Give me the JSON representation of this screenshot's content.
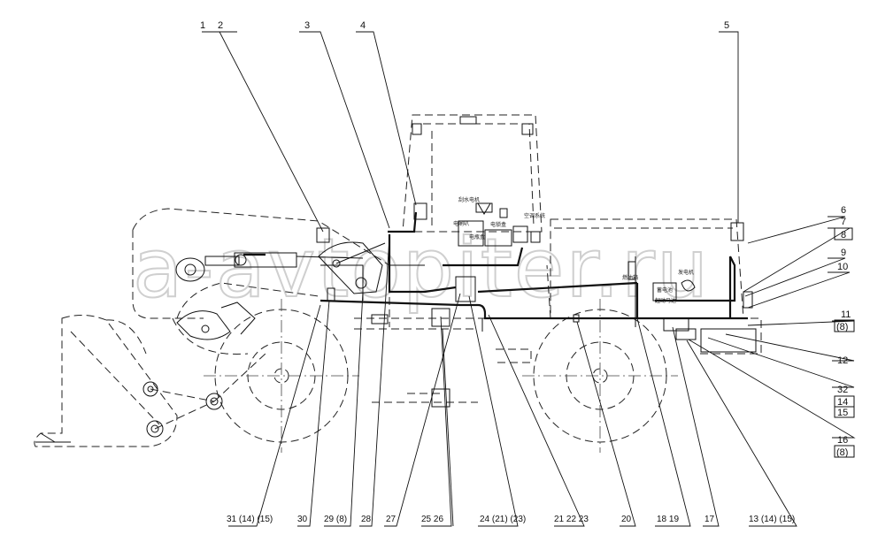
{
  "watermark": "a-avtopiter.ru",
  "component_labels": [
    "电喇叭",
    "空调系统",
    "刮水电机",
    "电锁盒",
    "电瓶盒",
    "蓄电池",
    "发电机",
    "起动马达",
    "燃油箱"
  ],
  "callouts": {
    "top": [
      "1",
      "2",
      "3",
      "4",
      "5"
    ],
    "right": [
      "6",
      "7",
      "8",
      "9",
      "10",
      "11",
      "(8)",
      "12",
      "32",
      "14",
      "15",
      "16",
      "(8)"
    ],
    "bottom": [
      "31 (14) (15)",
      "30",
      "29 (8)",
      "28",
      "27",
      "25  26",
      "24 (21) (23)",
      "21  22  23",
      "20",
      "18  19",
      "17",
      "13 (14) (15)"
    ]
  }
}
